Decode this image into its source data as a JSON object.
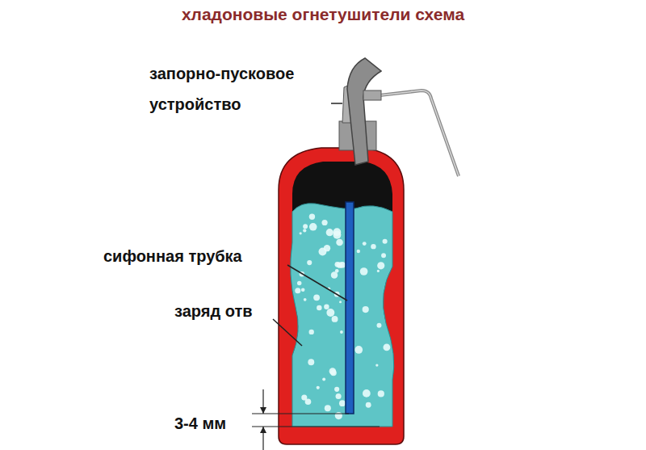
{
  "diagram": {
    "title": "хладоновые огнетушители схема",
    "labels": [
      "запорно-пусковое устройство",
      "сифонная трубка",
      "заряд отв",
      "3-4 мм"
    ]
  }
}
